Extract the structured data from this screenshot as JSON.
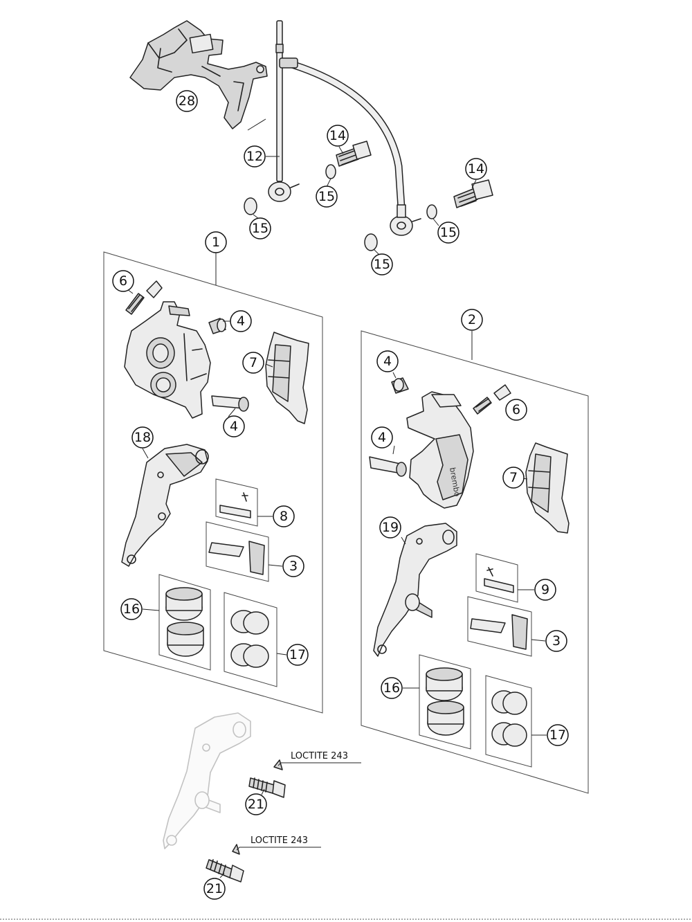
{
  "callouts": {
    "n28": "28",
    "n12": "12",
    "n14a": "14",
    "n14b": "14",
    "n15a": "15",
    "n15b": "15",
    "n15c": "15",
    "n15d": "15",
    "n1": "1",
    "n2": "2",
    "n6a": "6",
    "n6b": "6",
    "n4a": "4",
    "n4b": "4",
    "n4c": "4",
    "n4d": "4",
    "n7a": "7",
    "n7b": "7",
    "n18": "18",
    "n19": "19",
    "n8": "8",
    "n9": "9",
    "n3a": "3",
    "n3b": "3",
    "n16a": "16",
    "n16b": "16",
    "n17a": "17",
    "n17b": "17",
    "n21a": "21",
    "n21b": "21"
  },
  "notes": {
    "loctite_upper": "LOCTITE 243",
    "loctite_lower": "LOCTITE 243"
  },
  "brand_mark": "brembo",
  "colors": {
    "line": "#222222",
    "part_fill": "#d6d6d6",
    "ghost": "#c2c2c2",
    "background": "#ffffff"
  }
}
